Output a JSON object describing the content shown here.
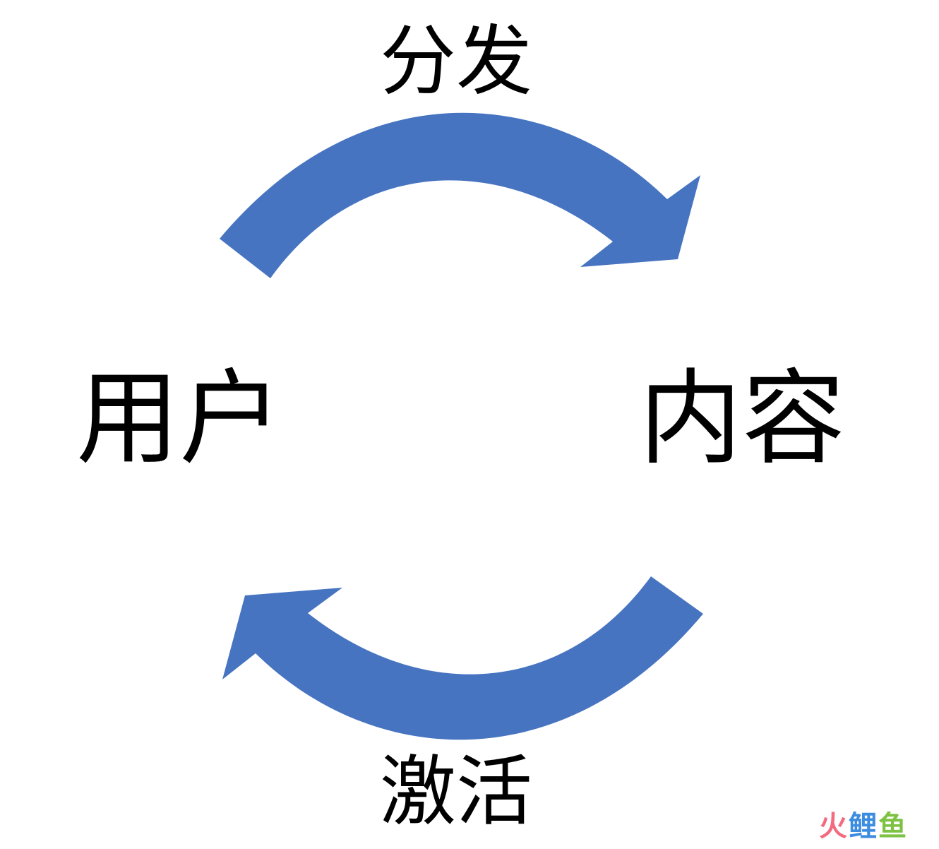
{
  "diagram": {
    "nodes": {
      "left": "用户",
      "right": "内容"
    },
    "edges": {
      "top": "分发",
      "bottom": "激活"
    },
    "arrow_color": "#4774C1",
    "text_color": "#000000"
  },
  "watermark": {
    "chars": [
      "火",
      "鲤",
      "鱼"
    ],
    "colors": [
      "#F36B7F",
      "#3C8CE0",
      "#7DC243"
    ]
  }
}
